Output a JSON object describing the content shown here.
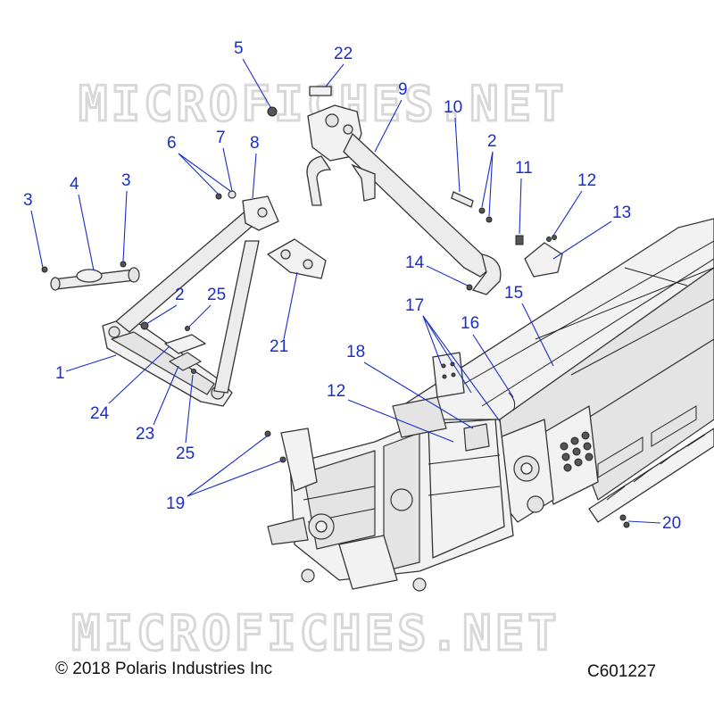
{
  "watermark": "MICROFICHES.NET",
  "copyright": "© 2018 Polaris Industries Inc",
  "diagram_code": "C601227",
  "colors": {
    "callout": "#1a2ec8",
    "line": "#222222",
    "watermark": "#d8d8d8"
  },
  "callouts": [
    {
      "id": "c5",
      "label": "5"
    },
    {
      "id": "c22",
      "label": "22"
    },
    {
      "id": "c9",
      "label": "9"
    },
    {
      "id": "c10",
      "label": "10"
    },
    {
      "id": "c2a",
      "label": "2"
    },
    {
      "id": "c6",
      "label": "6"
    },
    {
      "id": "c7",
      "label": "7"
    },
    {
      "id": "c8",
      "label": "8"
    },
    {
      "id": "c11",
      "label": "11"
    },
    {
      "id": "c12a",
      "label": "12"
    },
    {
      "id": "c13",
      "label": "13"
    },
    {
      "id": "c3a",
      "label": "3"
    },
    {
      "id": "c4",
      "label": "4"
    },
    {
      "id": "c3b",
      "label": "3"
    },
    {
      "id": "c14",
      "label": "14"
    },
    {
      "id": "c15",
      "label": "15"
    },
    {
      "id": "c2b",
      "label": "2"
    },
    {
      "id": "c25a",
      "label": "25"
    },
    {
      "id": "c17",
      "label": "17"
    },
    {
      "id": "c16",
      "label": "16"
    },
    {
      "id": "c21",
      "label": "21"
    },
    {
      "id": "c18",
      "label": "18"
    },
    {
      "id": "c1",
      "label": "1"
    },
    {
      "id": "c12b",
      "label": "12"
    },
    {
      "id": "c24",
      "label": "24"
    },
    {
      "id": "c23",
      "label": "23"
    },
    {
      "id": "c25b",
      "label": "25"
    },
    {
      "id": "c19",
      "label": "19"
    },
    {
      "id": "c20",
      "label": "20"
    }
  ]
}
